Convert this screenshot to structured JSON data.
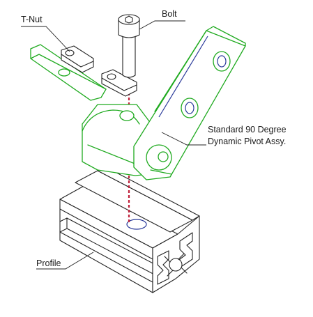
{
  "labels": {
    "tnut": "T-Nut",
    "bolt": "Bolt",
    "pivot_line1": "Standard 90 Degree",
    "pivot_line2": "Dynamic Pivot Assy.",
    "profile": "Profile"
  },
  "colors": {
    "pivot_outline": "#1faa1f",
    "axis_dash": "#c0203a",
    "part_outline": "#222222"
  }
}
